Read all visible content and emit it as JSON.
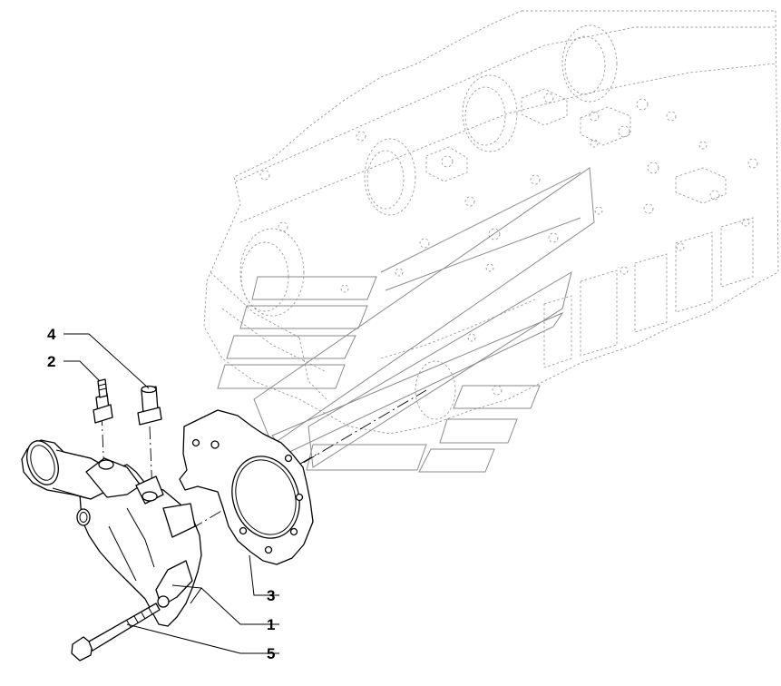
{
  "diagram": {
    "type": "exploded-parts-view",
    "callouts": [
      {
        "id": "4",
        "label": "4"
      },
      {
        "id": "2",
        "label": "2"
      },
      {
        "id": "3",
        "label": "3"
      },
      {
        "id": "1",
        "label": "1"
      },
      {
        "id": "5",
        "label": "5"
      }
    ]
  }
}
